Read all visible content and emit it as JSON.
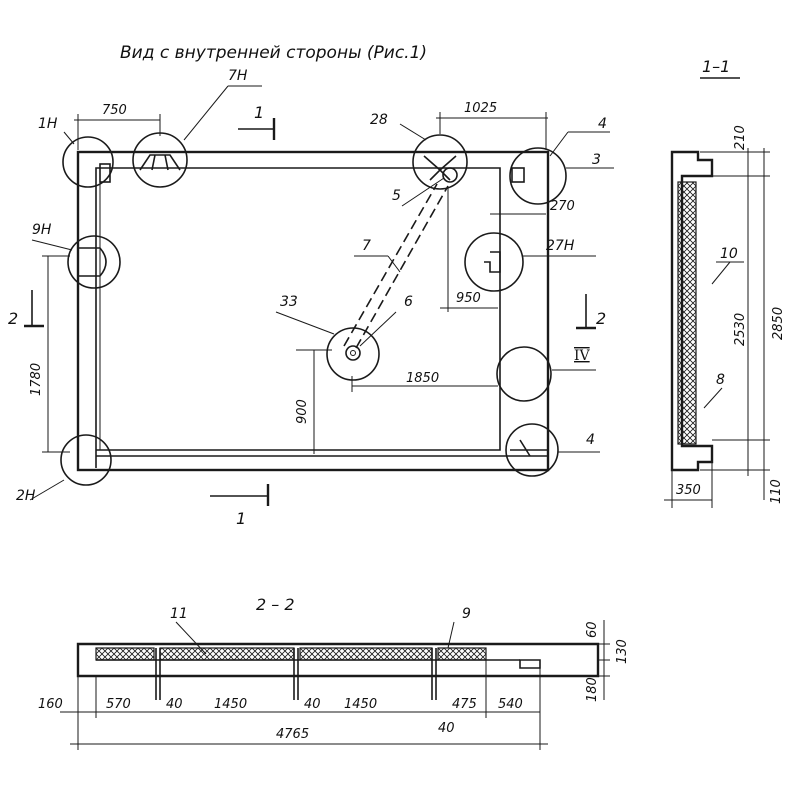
{
  "title": "Вид с внутренней стороны (Рис.1)",
  "section_labels": {
    "side_section": "1–1",
    "bottom_section": "2 – 2",
    "cut_1": "1",
    "cut_2": "2"
  },
  "callouts": {
    "c1H": "1Н",
    "c7H": "7Н",
    "c28": "28",
    "c4_top": "4",
    "c3": "3",
    "c5": "5",
    "c7": "7",
    "c9H": "9Н",
    "c27H": "27Н",
    "c33": "33",
    "c6": "6",
    "cIV": "IV",
    "c4_bottom": "4",
    "c2H": "2Н",
    "c10": "10",
    "c8": "8",
    "c11": "11",
    "c9": "9"
  },
  "dimensions": {
    "d750": "750",
    "d1025": "1025",
    "d270": "270",
    "d950": "950",
    "d1780": "1780",
    "d900": "900",
    "d1850": "1850",
    "d210": "210",
    "d2530": "2530",
    "d2850": "2850",
    "d350": "350",
    "d110": "110",
    "d60": "60",
    "d130": "130",
    "d180": "180",
    "d160": "160",
    "d570": "570",
    "d40a": "40",
    "d1450a": "1450",
    "d40b": "40",
    "d1450b": "1450",
    "d475": "475",
    "d540": "540",
    "d4765": "4765",
    "d40c": "40"
  }
}
